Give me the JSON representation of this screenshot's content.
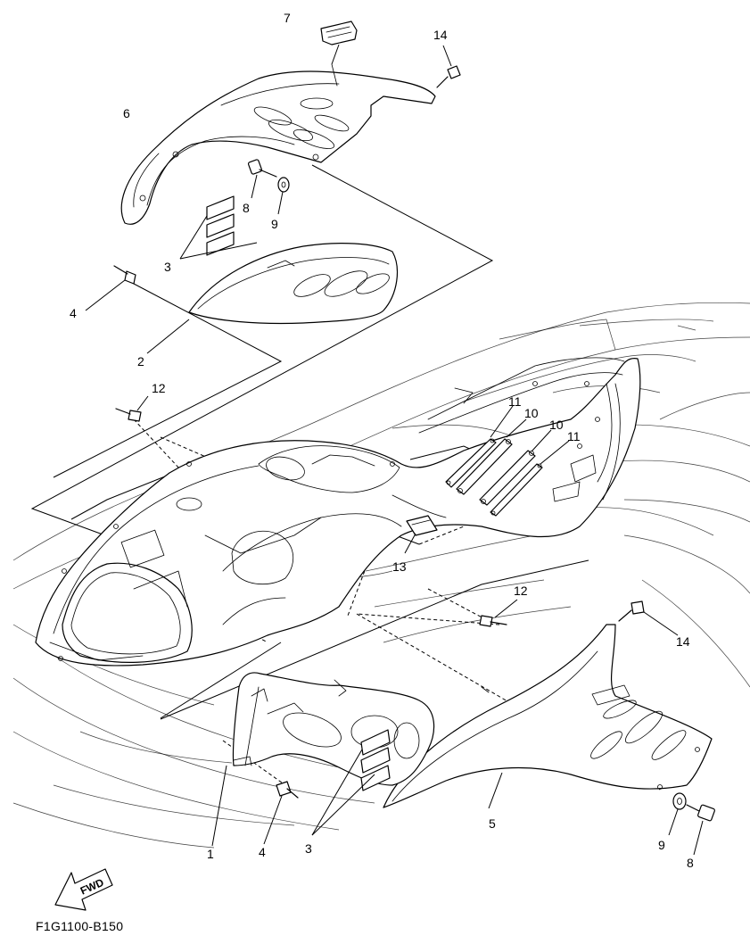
{
  "diagram": {
    "code": "F1G1100-B150",
    "fwd_label": "FWD",
    "callouts": [
      {
        "id": "c7",
        "text": "7"
      },
      {
        "id": "c14a",
        "text": "14"
      },
      {
        "id": "c6",
        "text": "6"
      },
      {
        "id": "c8a",
        "text": "8"
      },
      {
        "id": "c9a",
        "text": "9"
      },
      {
        "id": "c3a",
        "text": "3"
      },
      {
        "id": "c4a",
        "text": "4"
      },
      {
        "id": "c2",
        "text": "2"
      },
      {
        "id": "c12a",
        "text": "12"
      },
      {
        "id": "c11a",
        "text": "11"
      },
      {
        "id": "c10a",
        "text": "10"
      },
      {
        "id": "c10b",
        "text": "10"
      },
      {
        "id": "c11b",
        "text": "11"
      },
      {
        "id": "c13",
        "text": "13"
      },
      {
        "id": "c12b",
        "text": "12"
      },
      {
        "id": "c14b",
        "text": "14"
      },
      {
        "id": "c1",
        "text": "1"
      },
      {
        "id": "c4b",
        "text": "4"
      },
      {
        "id": "c3b",
        "text": "3"
      },
      {
        "id": "c5",
        "text": "5"
      },
      {
        "id": "c9b",
        "text": "9"
      },
      {
        "id": "c8b",
        "text": "8"
      }
    ]
  }
}
